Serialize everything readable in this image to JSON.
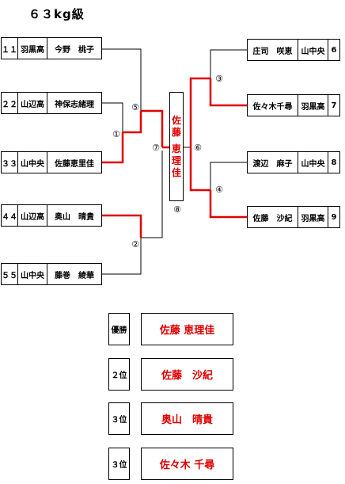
{
  "title": "６３kg級",
  "left_entries": [
    {
      "seed": "１１",
      "team": "羽黒高",
      "name": "今野　桃子"
    },
    {
      "seed": "２２",
      "team": "山辺高",
      "name": "神保志緒理"
    },
    {
      "seed": "３３",
      "team": "山中央",
      "name": "佐藤恵里佳"
    },
    {
      "seed": "４４",
      "team": "山辺高",
      "name": "奥山　晴貴"
    },
    {
      "seed": "５５",
      "team": "山中央",
      "name": "藤巻　綾華"
    }
  ],
  "right_entries": [
    {
      "name": "庄司　咲恵",
      "team": "山中央",
      "seed": "6"
    },
    {
      "name": "佐々木千尋",
      "team": "羽黒高",
      "seed": "7"
    },
    {
      "name": "渡辺　麻子",
      "team": "山中央",
      "seed": "8"
    },
    {
      "name": "佐藤　沙紀",
      "team": "羽黒高",
      "seed": "9"
    }
  ],
  "matches": [
    "①",
    "②",
    "③",
    "④",
    "⑤",
    "⑥",
    "⑦",
    "⑧"
  ],
  "champion_chars": [
    "佐",
    "藤",
    "恵",
    "理",
    "佳"
  ],
  "results": [
    {
      "label": "優勝",
      "name": "佐藤 恵理佳"
    },
    {
      "label": "２位",
      "name": "佐藤　沙紀"
    },
    {
      "label": "３位",
      "name": "奥山　晴貴"
    },
    {
      "label": "３位",
      "name": "佐々木 千尋"
    }
  ],
  "colors": {
    "winner_line": "#e00000",
    "line": "#000000",
    "winner_text": "#e00000"
  }
}
